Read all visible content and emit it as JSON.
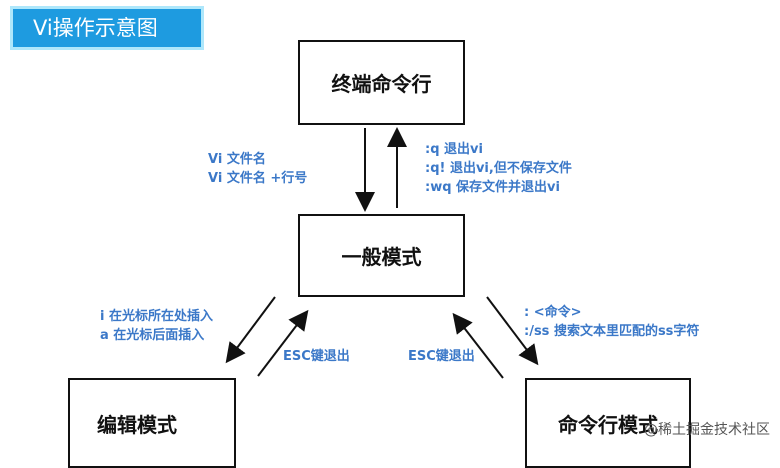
{
  "title": "Vi操作示意图",
  "nodes": {
    "terminal": "终端命令行",
    "normal": "一般模式",
    "edit": "编辑模式",
    "cmdline": "命令行模式"
  },
  "notes": {
    "enter": [
      "Vi 文件名",
      "Vi  文件名  +行号"
    ],
    "exit": [
      ":q   退出vi",
      ":q!  退出vi,但不保存文件",
      ":wq 保存文件并退出vi"
    ],
    "insert": [
      "i 在光标所在处插入",
      "a 在光标后面插入"
    ],
    "esc_left": "ESC键退出",
    "esc_right": "ESC键退出",
    "cmd": [
      ": <命令>",
      ":/ss 搜索文本里匹配的ss字符"
    ]
  },
  "watermark": "@稀土掘金技术社区"
}
